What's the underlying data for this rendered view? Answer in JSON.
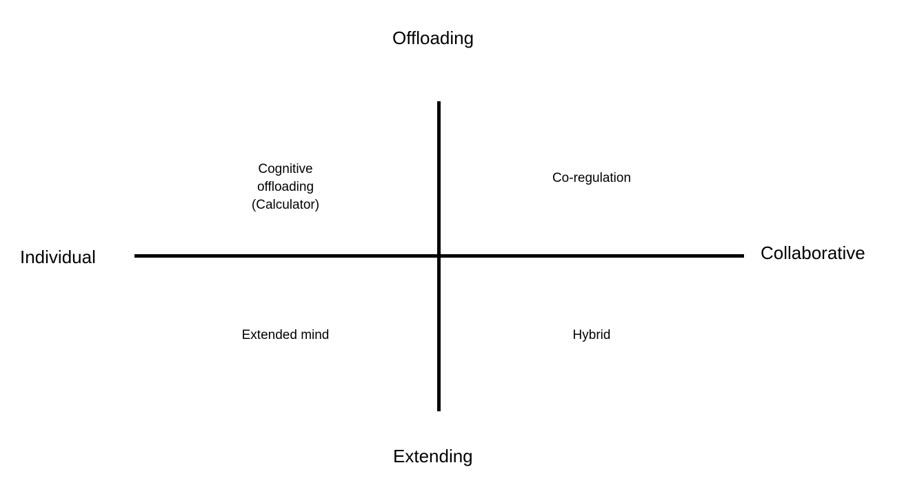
{
  "axes": {
    "top": "Offloading",
    "bottom": "Extending",
    "left": "Individual",
    "right": "Collaborative"
  },
  "quadrants": {
    "top_left": {
      "line1": "Cognitive",
      "line2": "offloading",
      "line3": "(Calculator)"
    },
    "top_right": "Co-regulation",
    "bottom_left": "Extended mind",
    "bottom_right": "Hybrid"
  }
}
